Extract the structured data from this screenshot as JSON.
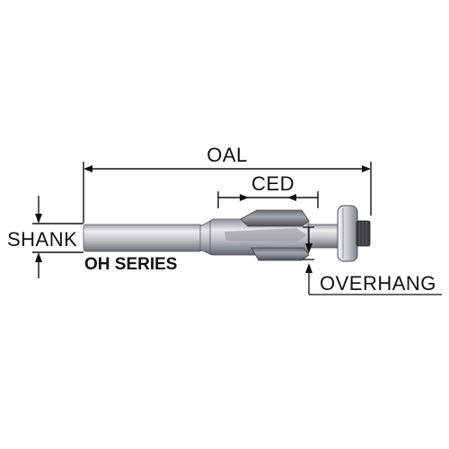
{
  "labels": {
    "oal": "OAL",
    "ced": "CED",
    "shank": "SHANK",
    "overhang": "OVERHANG",
    "series": "OH SERIES"
  },
  "colors": {
    "line": "#111111",
    "tool_light": "#e2e5e9",
    "tool_mid": "#a9aeb4",
    "tool_dark": "#5c6066",
    "carbide": "#7a7f86",
    "bearing_dark": "#3a3d41"
  }
}
